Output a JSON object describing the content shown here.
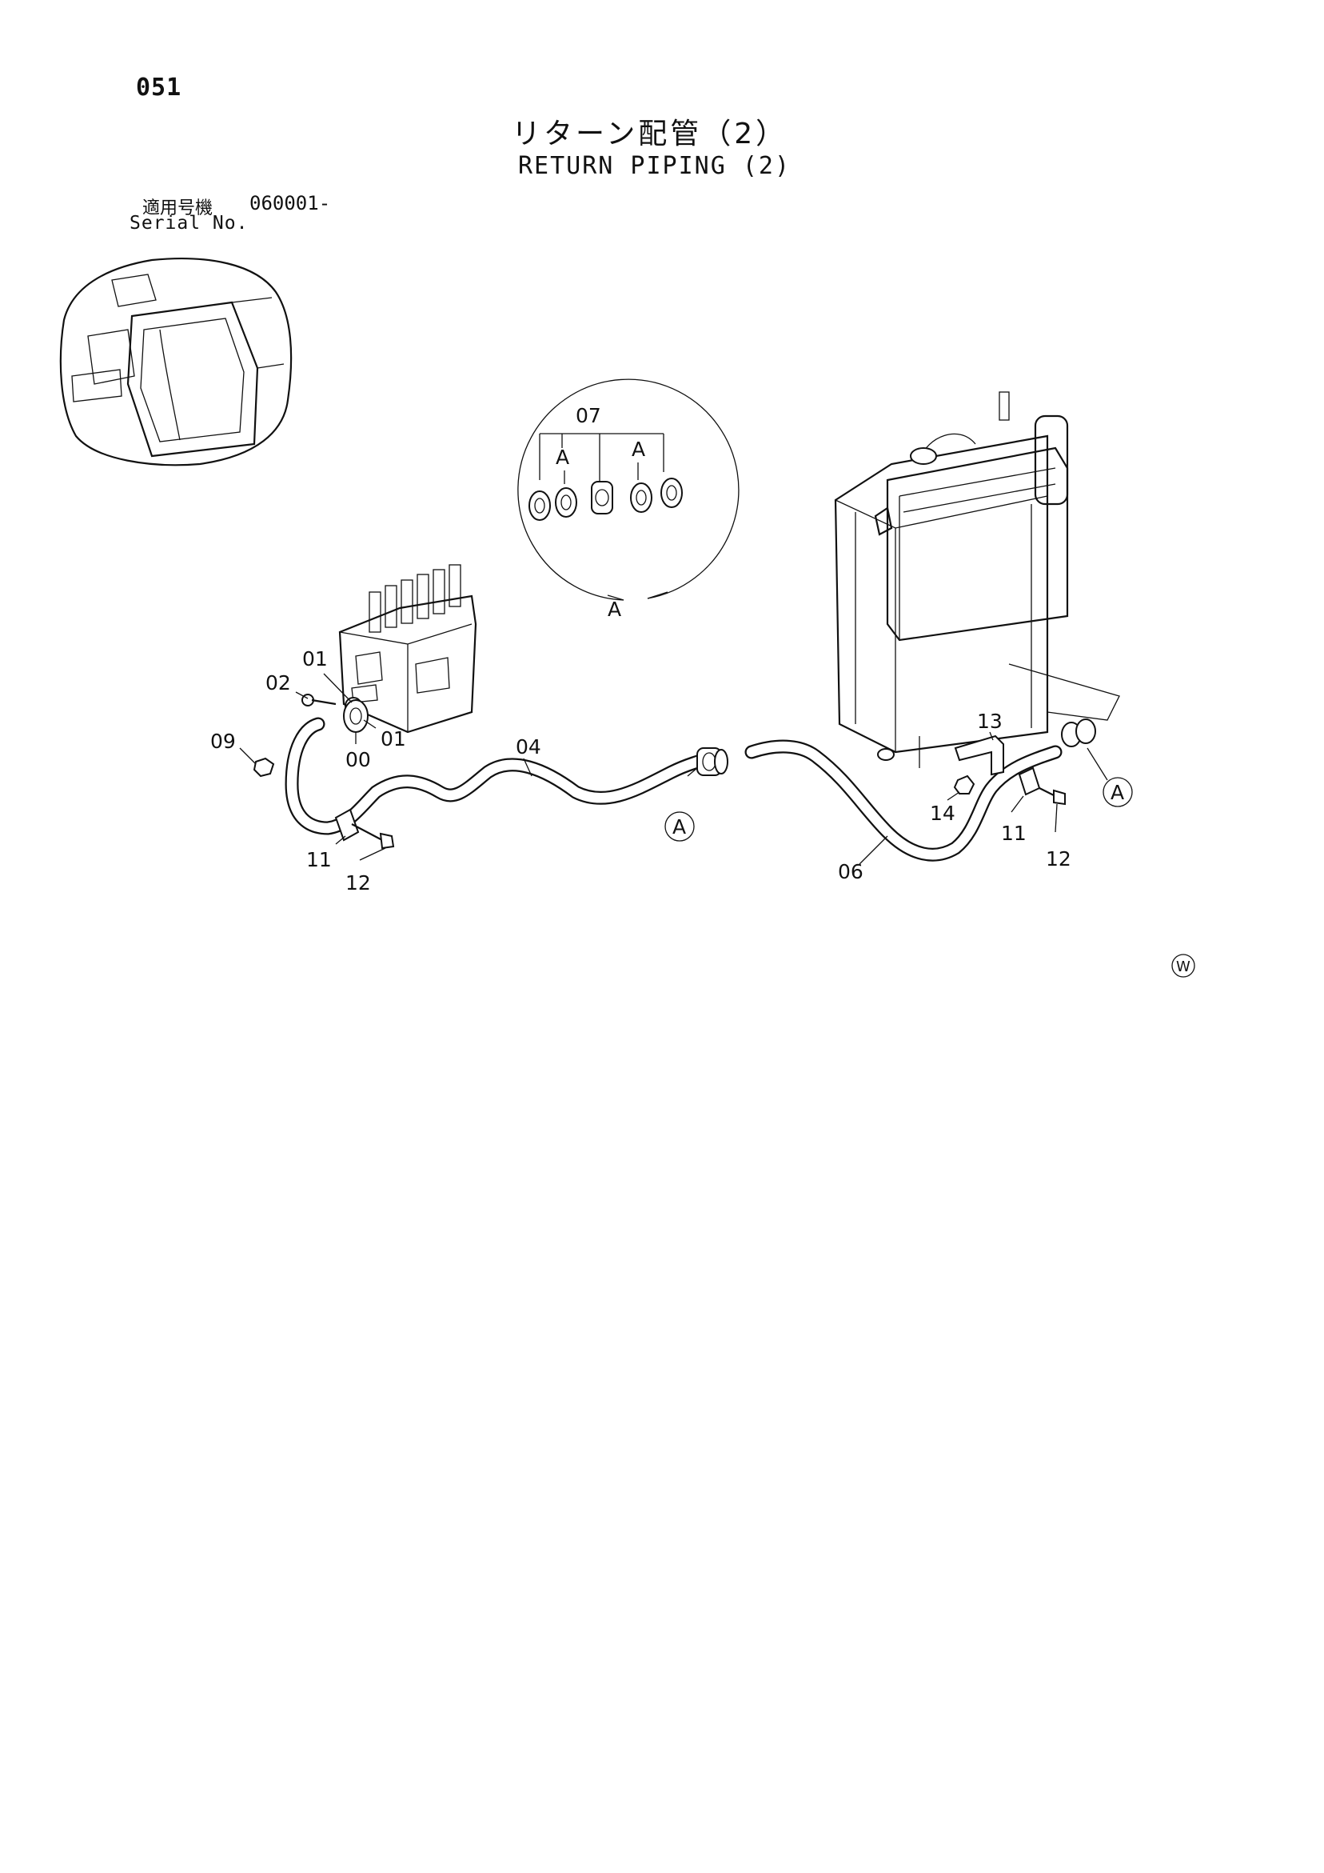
{
  "page": {
    "number": "051",
    "title_jp": "リターン配管（2）",
    "title_en": "RETURN PIPING (2)"
  },
  "serial": {
    "label_jp": "適用号機",
    "label_en": "Serial No.",
    "value": "060001-"
  },
  "detail": {
    "part": "07",
    "label_a1": "A",
    "label_a2": "A",
    "ref": "A"
  },
  "callouts": {
    "c01_upper": "01",
    "c02": "02",
    "c09": "09",
    "c00": "00",
    "c01_lower": "01",
    "c04": "04",
    "c11_left": "11",
    "c12_left": "12",
    "c13": "13",
    "c14": "14",
    "c11_right": "11",
    "c12_right": "12",
    "c06": "06"
  },
  "ref_marks": {
    "left": "A",
    "right": "A"
  },
  "watermark": "W"
}
